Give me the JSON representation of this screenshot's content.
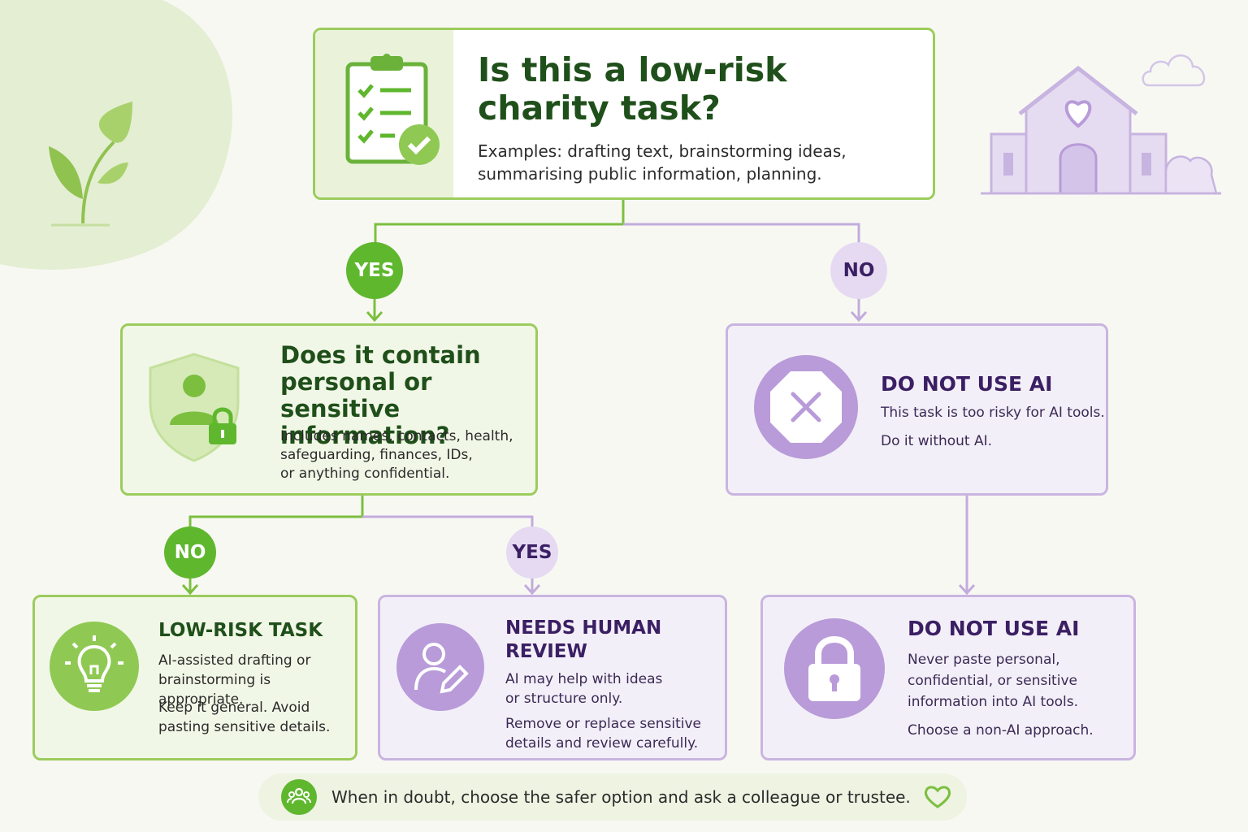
{
  "start": {
    "title_line1": "Is this a low-risk",
    "title_line2": "charity task?",
    "desc_line1": "Examples: drafting text, brainstorming ideas,",
    "desc_line2": "summarising public information, planning."
  },
  "branch1": {
    "yes": "YES",
    "no": "NO"
  },
  "question": {
    "title_line1": "Does it contain",
    "title_line2": "personal or sensitive",
    "title_line3": "information?",
    "desc_line1": "Includes names, contacts, health,",
    "desc_line2": "safeguarding, finances, IDs,",
    "desc_line3": "or anything confidential."
  },
  "no_ai_top": {
    "title": "DO NOT USE AI",
    "line1": "This task is too risky for AI tools.",
    "line2": "Do it without AI."
  },
  "branch2": {
    "no": "NO",
    "yes": "YES"
  },
  "low_risk": {
    "title": "LOW-RISK TASK",
    "line1": "AI-assisted drafting or",
    "line2": "brainstorming is appropriate.",
    "line3": "Keep it general. Avoid",
    "line4": "pasting sensitive details."
  },
  "review": {
    "title_line1": "NEEDS HUMAN",
    "title_line2": "REVIEW",
    "line1": "AI may help with ideas",
    "line2": "or structure only.",
    "line3": "Remove or replace sensitive",
    "line4": "details and review carefully."
  },
  "no_ai_bottom": {
    "title": "DO NOT USE AI",
    "line1": "Never paste personal,",
    "line2": "confidential, or sensitive",
    "line3": "information into AI tools.",
    "line4": "Choose a non-AI approach."
  },
  "footer": {
    "text": "When in doubt, choose the safer option and ask a colleague or trustee."
  },
  "icons": [
    "plant-icon",
    "clipboard-check-icon",
    "house-heart-icon",
    "cloud-icon",
    "shield-user-lock-icon",
    "stop-x-icon",
    "lightbulb-icon",
    "person-pencil-icon",
    "padlock-icon",
    "people-icon",
    "heart-icon"
  ],
  "colors": {
    "green": "#5fb72e",
    "green_border": "#9ccc5d",
    "purple": "#b89bd8",
    "purple_border": "#c9b5e0",
    "dark_green": "#1f4f1a",
    "dark_purple": "#3b1f63"
  }
}
